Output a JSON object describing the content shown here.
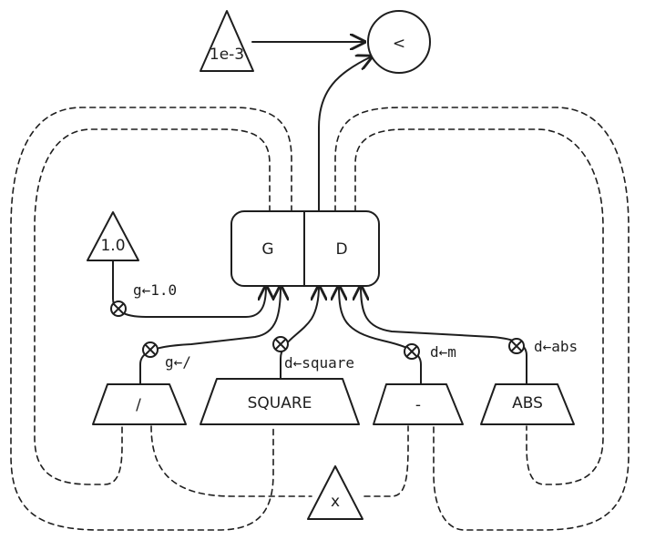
{
  "nodes": {
    "eps_const": "1e-3",
    "less_than": "<",
    "g_port": "G",
    "d_port": "D",
    "one_const": "1.0",
    "divide": "/",
    "square": "SQUARE",
    "minus": "-",
    "abs": "ABS",
    "x_input": "x"
  },
  "edge_labels": {
    "g_one": "g←1.0",
    "g_div": "g←/",
    "d_square": "d←square",
    "d_m": "d←m",
    "d_abs": "d←abs"
  }
}
